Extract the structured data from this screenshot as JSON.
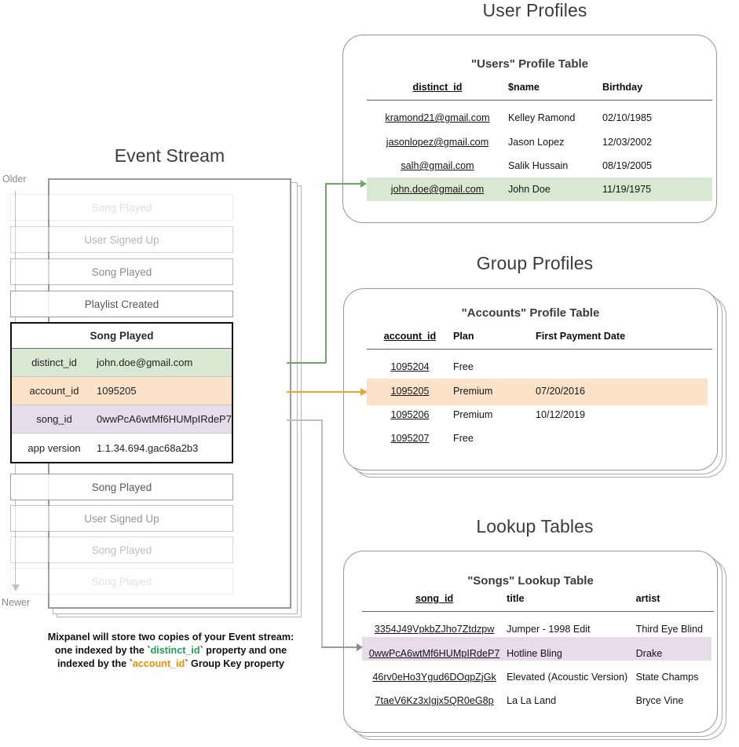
{
  "colors": {
    "green_highlight": "#d9e8d2",
    "orange_highlight": "#fbe2c8",
    "purple_highlight": "#e6dcea",
    "green_connector": "#6aab63",
    "orange_connector": "#e8a33d",
    "purple_connector": "#c9b6d4",
    "gray_arrow": "#8a8a8a",
    "token_green": "#1e9e52",
    "token_orange": "#f08c00"
  },
  "event_stream": {
    "title": "Event Stream",
    "axis": {
      "top_label": "Older",
      "bottom_label": "Newer"
    },
    "events_above": [
      {
        "label": "Song Played",
        "opacity": 0.16
      },
      {
        "label": "User Signed Up",
        "opacity": 0.38
      },
      {
        "label": "Song Played",
        "opacity": 0.6
      },
      {
        "label": "Playlist Created",
        "opacity": 0.85
      }
    ],
    "focus_event": {
      "title": "Song Played",
      "properties": [
        {
          "key": "distinct_id",
          "value": "john.doe@gmail.com",
          "highlight": "green"
        },
        {
          "key": "account_id",
          "value": "1095205",
          "highlight": "orange"
        },
        {
          "key": "song_id",
          "value": "0wwPcA6wtMf6HUMpIRdeP7",
          "highlight": "purple"
        },
        {
          "key": "app version",
          "value": "1.1.34.694.gac68a2b3",
          "highlight": "none"
        }
      ]
    },
    "events_below": [
      {
        "label": "Song Played",
        "opacity": 0.85
      },
      {
        "label": "User Signed Up",
        "opacity": 0.55
      },
      {
        "label": "Song Played",
        "opacity": 0.32
      },
      {
        "label": "Song Played",
        "opacity": 0.14
      }
    ],
    "caption": {
      "line1": "Mixpanel will store two copies of your Event stream:",
      "line2_pre": "one indexed by the `",
      "line2_token": "distinct_id",
      "line2_post": "` property and one",
      "line3_pre": "indexed by the `",
      "line3_token": "account_id",
      "line3_post": "` Group Key property"
    }
  },
  "user_profiles": {
    "section_title": "User Profiles",
    "table_title": "\"Users\" Profile Table",
    "columns": [
      "distinct_id",
      "$name",
      "Birthday"
    ],
    "rows": [
      {
        "cells": [
          "kramond21@gmail.com",
          "Kelley Ramond",
          "02/10/1985"
        ],
        "highlight": "none"
      },
      {
        "cells": [
          "jasonlopez@gmail.com",
          "Jason Lopez",
          "12/03/2002"
        ],
        "highlight": "none"
      },
      {
        "cells": [
          "salh@gmail.com",
          "Salik Hussain",
          "08/19/2005"
        ],
        "highlight": "none"
      },
      {
        "cells": [
          "john.doe@gmail.com",
          "John Doe",
          "11/19/1975"
        ],
        "highlight": "green"
      }
    ]
  },
  "group_profiles": {
    "section_title": "Group Profiles",
    "table_title": "\"Accounts\" Profile Table",
    "columns": [
      "account_id",
      "Plan",
      "First Payment Date"
    ],
    "rows": [
      {
        "cells": [
          "1095204",
          "Free",
          ""
        ],
        "highlight": "none"
      },
      {
        "cells": [
          "1095205",
          "Premium",
          "07/20/2016"
        ],
        "highlight": "orange"
      },
      {
        "cells": [
          "1095206",
          "Premium",
          "10/12/2019"
        ],
        "highlight": "none"
      },
      {
        "cells": [
          "1095207",
          "Free",
          ""
        ],
        "highlight": "none"
      }
    ]
  },
  "lookup_tables": {
    "section_title": "Lookup Tables",
    "table_title": "\"Songs\" Lookup Table",
    "columns": [
      "song_id",
      "title",
      "artist"
    ],
    "rows": [
      {
        "cells": [
          "3354J49VpkbZJho7Ztdzpw",
          "Jumper - 1998 Edit",
          "Third Eye Blind"
        ],
        "highlight": "none"
      },
      {
        "cells": [
          "0wwPcA6wtMf6HUMpIRdeP7",
          "Hotline Bling",
          "Drake"
        ],
        "highlight": "purple"
      },
      {
        "cells": [
          "46rv0eHo3Ygud6DOqpZjGk",
          "Elevated (Acoustic Version)",
          "State Champs"
        ],
        "highlight": "none"
      },
      {
        "cells": [
          "7taeV6Kz3xIgjx5QR0eG8p",
          "La La Land",
          "Bryce Vine"
        ],
        "highlight": "none"
      }
    ]
  }
}
